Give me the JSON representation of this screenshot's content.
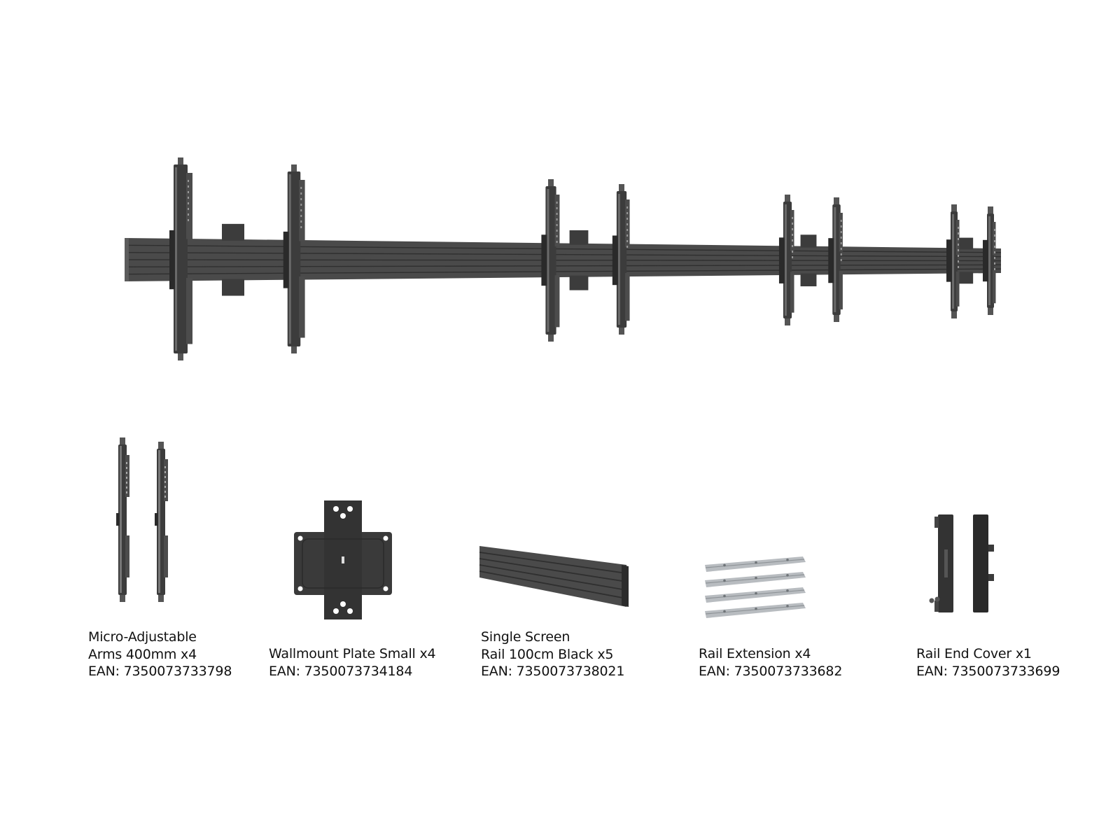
{
  "colors": {
    "background": "#ffffff",
    "rail": "#4a4a4a",
    "rail_dark": "#2f2f2f",
    "arm": "#3c3c3c",
    "extension": "#b8bcc0",
    "text": "#111111"
  },
  "parts": [
    {
      "id": "arms",
      "icon": "micro-adjustable-arm-icon",
      "lines": [
        "Micro-Adjustable",
        "Arms 400mm x4",
        "EAN: 7350073733798"
      ]
    },
    {
      "id": "plate",
      "icon": "wallmount-plate-icon",
      "lines": [
        "Wallmount Plate Small x4",
        "EAN: 7350073734184"
      ]
    },
    {
      "id": "rail",
      "icon": "rail-icon",
      "lines": [
        "Single Screen",
        "Rail 100cm Black x5",
        "EAN: 7350073738021"
      ]
    },
    {
      "id": "extension",
      "icon": "rail-extension-icon",
      "lines": [
        "Rail Extension x4",
        "EAN: 7350073733682"
      ]
    },
    {
      "id": "endcover",
      "icon": "rail-end-cover-icon",
      "lines": [
        "Rail End Cover x1",
        "EAN: 7350073733699"
      ]
    }
  ]
}
